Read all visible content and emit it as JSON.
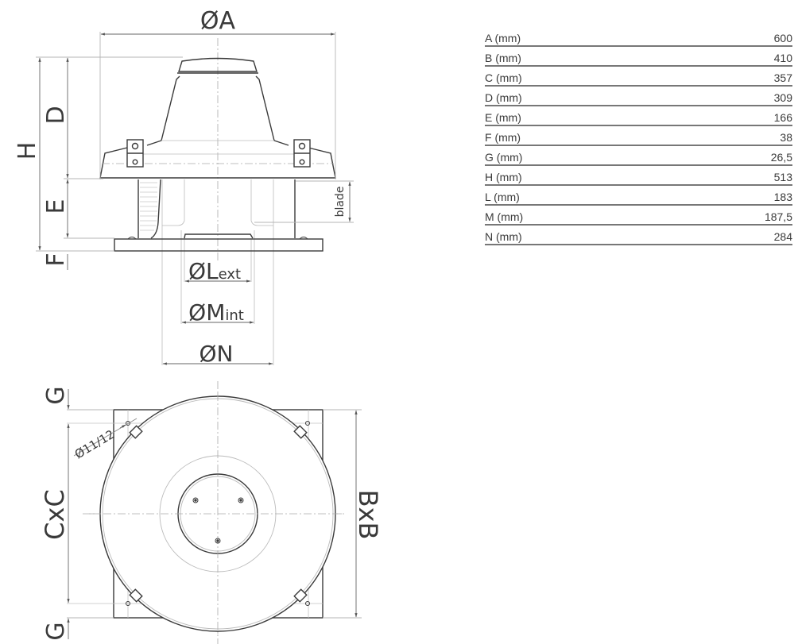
{
  "drawing": {
    "labels": {
      "A": "ØA",
      "D": "D",
      "H": "H",
      "E": "E",
      "F": "F",
      "blade": "blade",
      "L": "ØL",
      "L_sub": "ext",
      "M": "ØM",
      "M_sub": "int",
      "N": "ØN",
      "G_top": "G",
      "G_bottom": "G",
      "CxC": "CxC",
      "BxB": "BxB",
      "hole": "Ø11/12"
    },
    "line_color": "#3a3a3a",
    "dim_color": "#b5b5b5"
  },
  "table": {
    "rows": [
      {
        "label": "A (mm)",
        "value": "600"
      },
      {
        "label": "B (mm)",
        "value": "410"
      },
      {
        "label": "C (mm)",
        "value": "357"
      },
      {
        "label": "D (mm)",
        "value": "309"
      },
      {
        "label": "E (mm)",
        "value": "166"
      },
      {
        "label": "F (mm)",
        "value": "38"
      },
      {
        "label": "G (mm)",
        "value": "26,5"
      },
      {
        "label": "H (mm)",
        "value": "513"
      },
      {
        "label": "L (mm)",
        "value": "183"
      },
      {
        "label": "M (mm)",
        "value": "187,5"
      },
      {
        "label": "N (mm)",
        "value": "284"
      }
    ]
  }
}
